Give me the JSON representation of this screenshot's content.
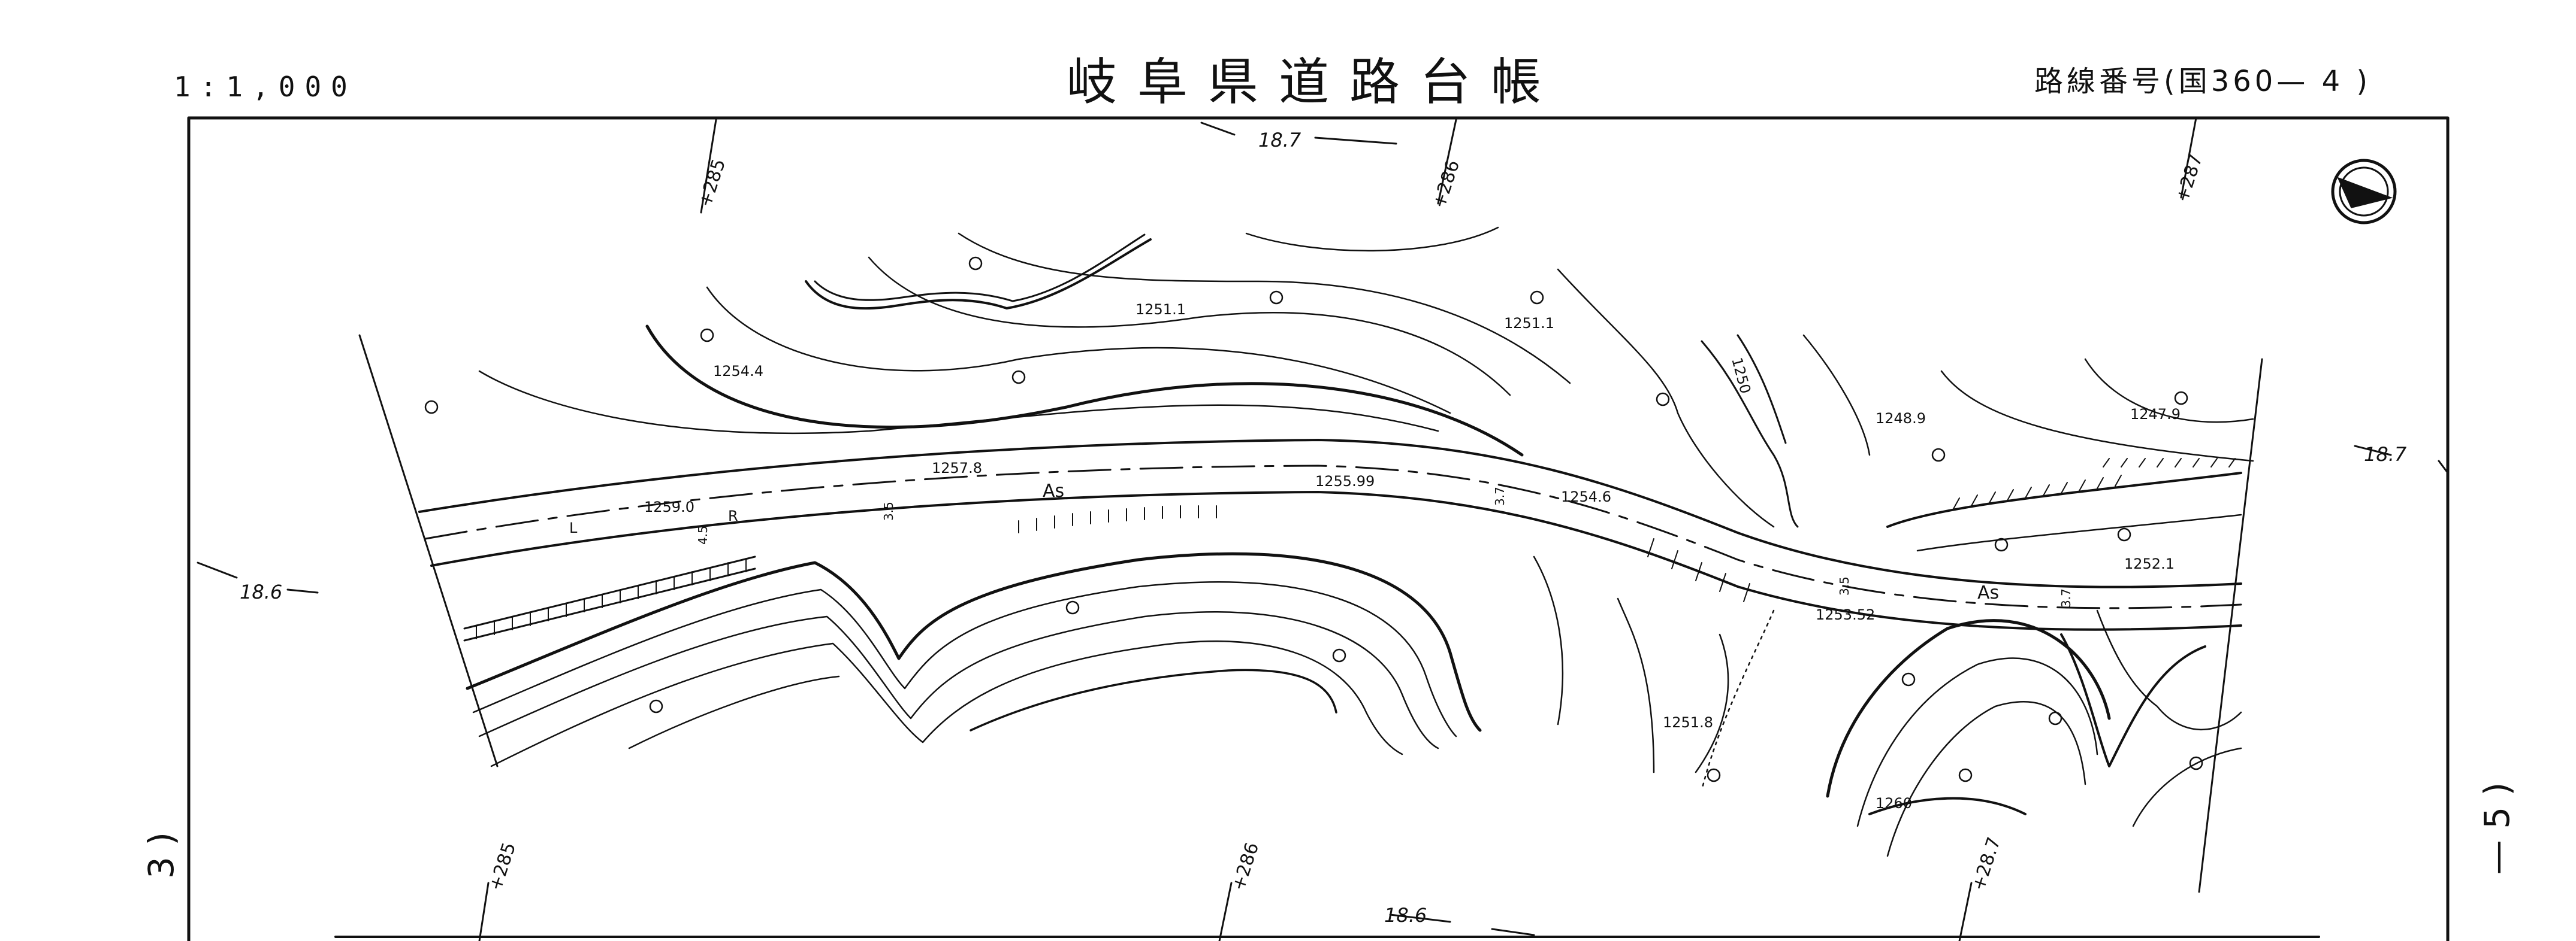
{
  "header": {
    "scale": "1:1,000",
    "title": "岐阜県道路台帳",
    "route": "路線番号(国360— 4 )"
  },
  "page_marks": {
    "left": "3 )",
    "right": "— 5 )"
  },
  "stations": {
    "top": [
      "+285",
      "+286",
      "+287"
    ],
    "bottom": [
      "+285",
      "+286",
      "+28.7"
    ]
  },
  "distance_marks": {
    "top": "18.7",
    "right": "18.7",
    "left": "18.6",
    "bottom": "18.6"
  },
  "elevations": [
    "1254.4",
    "1251.1",
    "1251.1",
    "1248.9",
    "1247.9",
    "1257.8",
    "1259.0",
    "1255.99",
    "1254.6",
    "1252.1",
    "1253.52",
    "1251.8",
    "1260",
    "1250"
  ],
  "road_labels": {
    "surface_1": "As",
    "surface_2": "As",
    "left": "L",
    "right": "R"
  },
  "widths": [
    "4.5",
    "3.5",
    "3.7",
    "3.5",
    "3.7"
  ],
  "north_arrow": "north-arrow"
}
